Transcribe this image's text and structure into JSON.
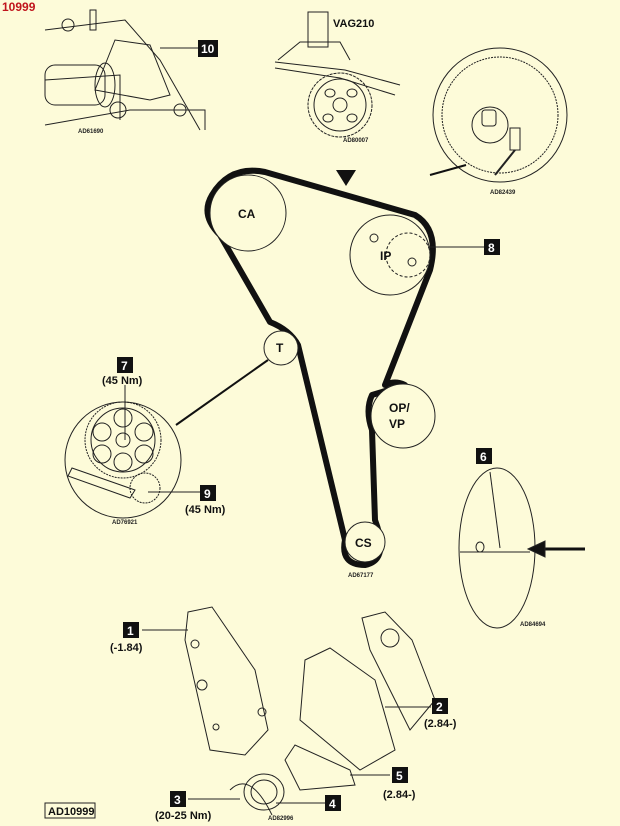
{
  "header": {
    "doc_number": "10999",
    "footer_ref": "AD10999"
  },
  "tools": {
    "vag": "VAG210"
  },
  "pulleys": {
    "ca": "CA",
    "ip": "IP",
    "t": "T",
    "opvp_1": "OP/",
    "opvp_2": "VP",
    "cs": "CS"
  },
  "callouts": [
    {
      "num": "1",
      "value": "(-1.84)"
    },
    {
      "num": "2",
      "value": "(2.84-)"
    },
    {
      "num": "3",
      "value": "(20-25 Nm)"
    },
    {
      "num": "4",
      "value": ""
    },
    {
      "num": "5",
      "value": "(2.84-)"
    },
    {
      "num": "6",
      "value": ""
    },
    {
      "num": "7",
      "value": "(45 Nm)"
    },
    {
      "num": "8",
      "value": ""
    },
    {
      "num": "9",
      "value": "(45 Nm)"
    },
    {
      "num": "10",
      "value": ""
    }
  ],
  "figure_codes": {
    "top_left": "AD61690",
    "top_mid": "AD80007",
    "top_right": "AD82439",
    "left_inset": "AD76921",
    "belt": "AD67177",
    "right_inset": "AD84694",
    "bottom": "AD82996"
  },
  "colors": {
    "background": "#fdfbd9",
    "title_red": "#c0141c",
    "ink": "#111111"
  }
}
